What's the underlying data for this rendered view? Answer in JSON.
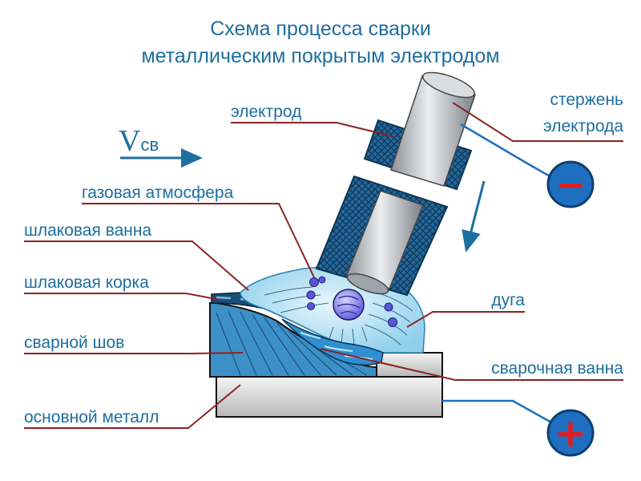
{
  "title": {
    "line1": "Схема процесса сварки",
    "line2": "металлическим покрытым электродом"
  },
  "velocity": {
    "symbol": "V",
    "subscript": "св"
  },
  "labels": {
    "electrode": "электрод",
    "rod_line1": "стержень",
    "rod_line2": "электрода",
    "gas": "газовая атмосфера",
    "slag_pool": "шлаковая ванна",
    "slag_crust": "шлаковая корка",
    "arc": "дуга",
    "weld": "сварной шов",
    "weld_pool": "сварочная ванна",
    "base_metal": "основной металл"
  },
  "terminals": {
    "negative": "−",
    "positive": "+"
  },
  "colors": {
    "label_text": "#1e6e9f",
    "leader_line": "#8b2323",
    "terminal_fill": "#1e6fbf",
    "terminal_sign": "#e02020",
    "coating": "#1f5f8f",
    "rod": "#b8bcc2",
    "arc_fill": "#bfe6f5",
    "weld": "#3d8fc8",
    "base_metal": "#d0d0d0"
  }
}
